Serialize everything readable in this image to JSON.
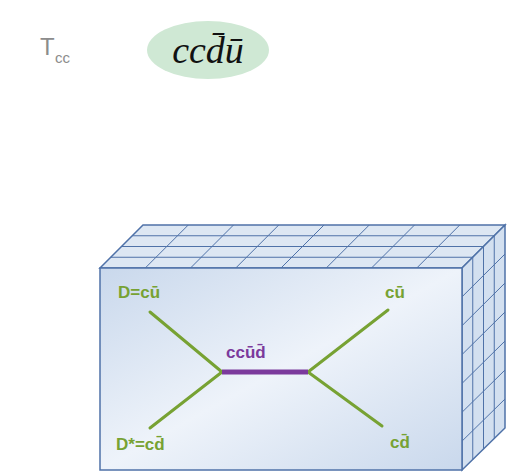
{
  "diagram": {
    "nodes": [
      {
        "text": [
          "ccd̄ū"
        ]
      }
    ],
    "labels": [
      "T",
      "cc",
      "D=cū",
      "cū",
      "ccūd̄",
      "D*=cd̄",
      "cd̄"
    ]
  }
}
